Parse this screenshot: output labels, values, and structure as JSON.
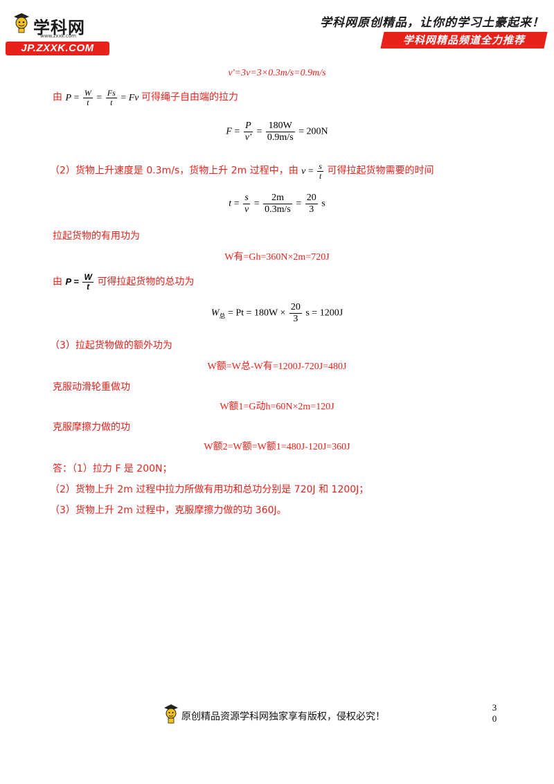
{
  "header": {
    "logo_name": "学科网",
    "logo_small": "www.zxxk.com",
    "logo_url": "JP.ZXXK.COM",
    "slogan": "学科网原创精品，让你的学习土豪起来！",
    "banner": "学科网精品频道全力推荐"
  },
  "content": {
    "l1": "v'=3v=3×0.3m/s=0.9m/s",
    "l2": {
      "prefix": "由",
      "suffix": "可得绳子自由端的拉力"
    },
    "l3": {
      "lhs": "F",
      "num1": "P",
      "den1": "v'",
      "num2": "180W",
      "den2": "0.9m/s",
      "rhs": "= 200N"
    },
    "l4": {
      "text": "（2）货物上升速度是 0.3m/s，货物上升 2m 过程中，由",
      "suffix": "可得拉起货物需要的时间"
    },
    "l5": {
      "num2": "2m",
      "den2": "0.3m/s",
      "num3": "20",
      "den3": "3",
      "unit": "s"
    },
    "l6": "拉起货物的有用功为",
    "l7": "W有=Gh=360N×2m=720J",
    "l8": {
      "prefix": "由",
      "suffix": "可得拉起货物的总功为"
    },
    "l9": {
      "mid": "= Pt = 180W ×",
      "num": "20",
      "den": "3",
      "rhs": "s = 1200J"
    },
    "l10": "（3）拉起货物做的额外功为",
    "l11": "W额=W总-W有=1200J-720J=480J",
    "l12": "克服动滑轮重做功",
    "l13": "W额1=G动h=60N×2m=120J",
    "l14": "克服摩擦力做的功",
    "l15": "W额2=W额=W额1=480J-120J=360J",
    "l16": "答：（1）拉力 F 是 200N；",
    "l17": "（2）货物上升 2m 过程中拉力所做有用功和总功分别是 720J 和 1200J；",
    "l18": "（3）货物上升 2m 过程中，克服摩擦力做的功 360J。"
  },
  "footer": {
    "text": "原创精品资源学科网独家享有版权，侵权必究！",
    "page_top": "3",
    "page_bottom": "0"
  }
}
